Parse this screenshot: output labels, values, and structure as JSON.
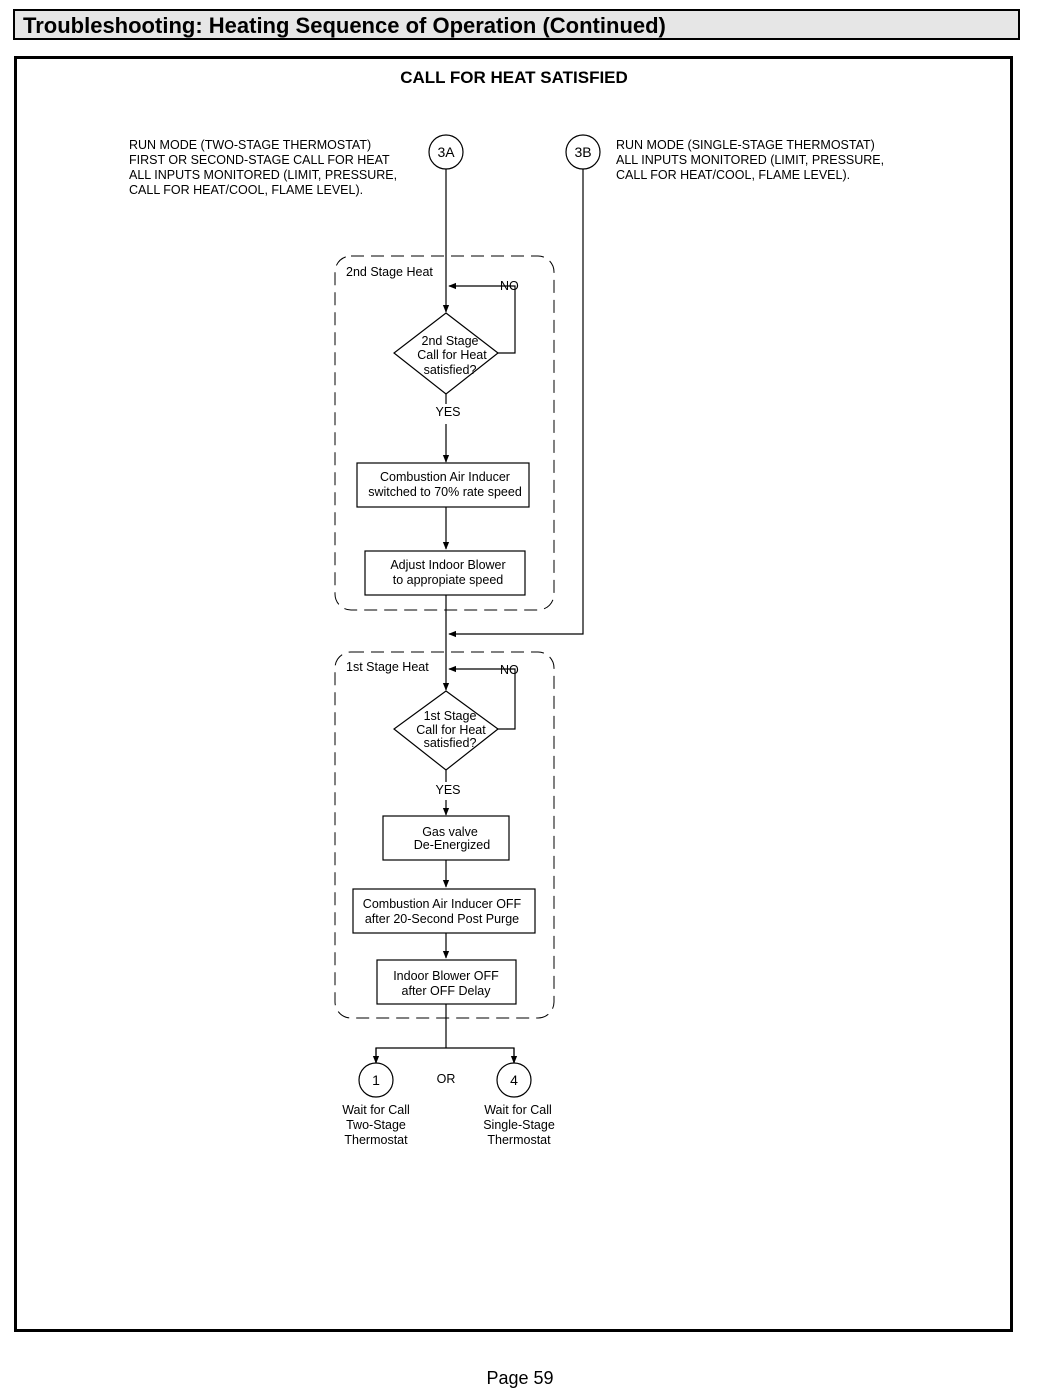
{
  "header": {
    "title": "Troubleshooting:  Heating Sequence of Operation (Continued)"
  },
  "diagram": {
    "title": "CALL FOR HEAT SATISFIED",
    "note_3a": [
      "RUN MODE (TWO-STAGE THERMOSTAT)",
      "FIRST OR SECOND-STAGE CALL FOR HEAT",
      "ALL INPUTS MONITORED (LIMIT, PRESSURE,",
      "CALL FOR HEAT/COOL, FLAME LEVEL)."
    ],
    "note_3b": [
      "RUN MODE (SINGLE-STAGE THERMOSTAT)",
      "ALL INPUTS MONITORED (LIMIT, PRESSURE,",
      "CALL FOR HEAT/COOL, FLAME LEVEL)."
    ],
    "connector_3a": "3A",
    "connector_3b": "3B",
    "group_2nd": "2nd Stage Heat",
    "group_1st": "1st Stage Heat",
    "decision_2nd": [
      "2nd Stage",
      "Call for Heat",
      "satisfied?"
    ],
    "decision_1st": [
      "1st Stage",
      "Call for Heat",
      "satisfied?"
    ],
    "label_no": "NO",
    "label_yes": "YES",
    "box_inducer_70": [
      "Combustion Air Inducer",
      "switched to 70% rate speed"
    ],
    "box_adjust_blower": [
      "Adjust Indoor Blower",
      "to appropiate speed"
    ],
    "box_gas_valve": [
      "Gas valve",
      "De-Energized"
    ],
    "box_inducer_off": [
      "Combustion Air Inducer OFF",
      "after 20-Second Post Purge"
    ],
    "box_blower_off": [
      "Indoor Blower OFF",
      "after OFF Delay"
    ],
    "connector_1": "1",
    "connector_4": "4",
    "label_or": "OR",
    "wait_1": [
      "Wait for Call",
      "Two-Stage",
      "Thermostat"
    ],
    "wait_4": [
      "Wait for Call",
      "Single-Stage",
      "Thermostat"
    ]
  },
  "footer": {
    "page": "Page 59"
  }
}
